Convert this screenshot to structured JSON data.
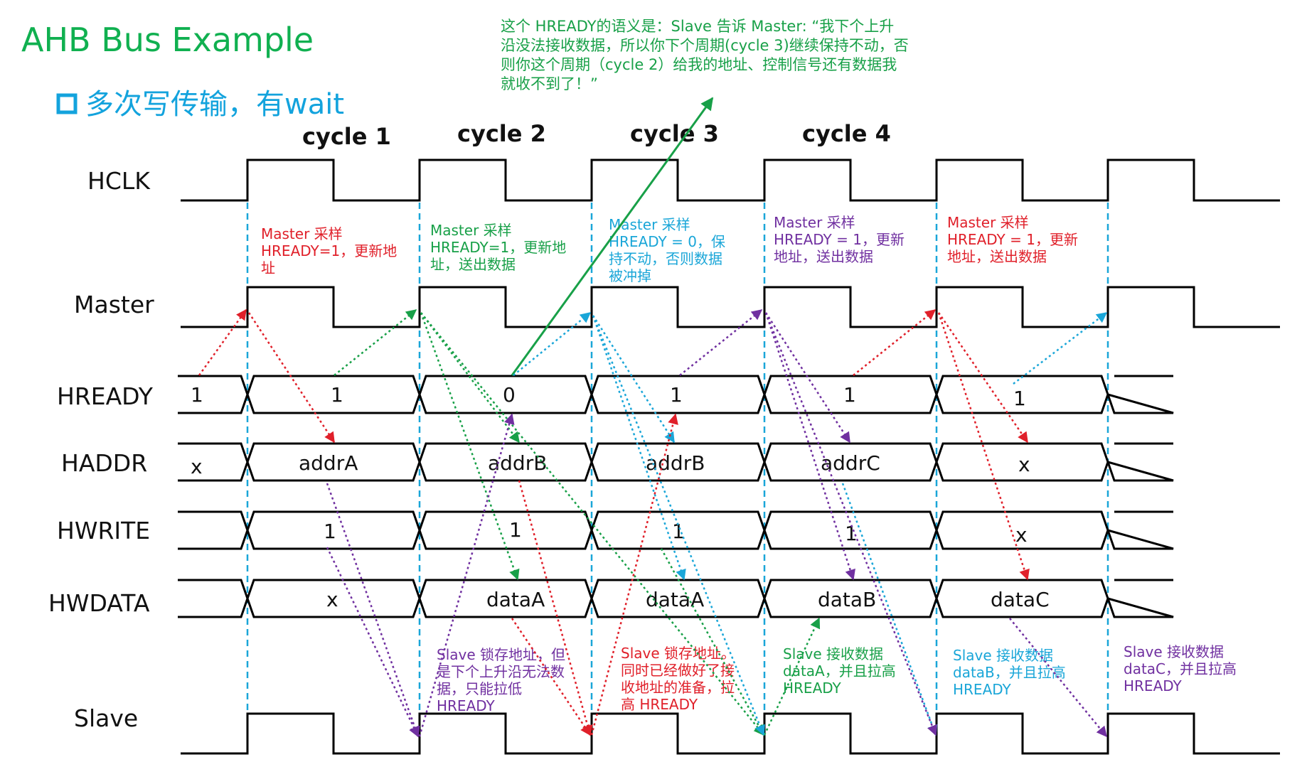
{
  "title": "AHB Bus Example",
  "subtitle": "多次写传输，有wait",
  "top_note": [
    "这个 HREADY的语义是：Slave 告诉 Master: “我下个上升",
    "沿没法接收数据，所以你下个周期(cycle 3)继续保持不动，否",
    "则你这个周期（cycle 2）给我的地址、控制信号还有数据我",
    "就收不到了！”"
  ],
  "cycles": [
    "cycle 1",
    "cycle 2",
    "cycle 3",
    "cycle 4"
  ],
  "signals": {
    "hclk": "HCLK",
    "master": "Master",
    "hready": "HREADY",
    "haddr": "HADDR",
    "hwrite": "HWRITE",
    "hwdata": "HWDATA",
    "slave": "Slave"
  },
  "hready_values": [
    "1",
    "1",
    "0",
    "1",
    "1",
    "1"
  ],
  "haddr_values": [
    "x",
    "addrA",
    "addrB",
    "addrB",
    "addrC",
    "x"
  ],
  "hwrite_values": [
    "1",
    "1",
    "1",
    "1",
    "x"
  ],
  "hwdata_values": [
    "x",
    "dataA",
    "dataA",
    "dataB",
    "dataC"
  ],
  "master_notes": [
    {
      "lines": [
        "Master 采样",
        "HREADY=1，更新地",
        "址"
      ],
      "color": "#e0202a"
    },
    {
      "lines": [
        "Master 采样",
        "HREADY=1，更新地",
        "址，送出数据"
      ],
      "color": "#18a048"
    },
    {
      "lines": [
        "Master 采样",
        "HREADY = 0，保",
        "持不动，否则数据",
        "被冲掉"
      ],
      "color": "#1aa6d8"
    },
    {
      "lines": [
        "Master 采样",
        "HREADY = 1，更新",
        "地址，送出数据"
      ],
      "color": "#7030a0"
    },
    {
      "lines": [
        "Master 采样",
        "HREADY = 1，更新",
        "地址，送出数据"
      ],
      "color": "#e0202a"
    }
  ],
  "slave_notes": [
    {
      "lines": [
        "Slave 锁存地址，但",
        "是下个上升沿无法数",
        "据，只能拉低",
        "HREADY"
      ],
      "color": "#7030a0"
    },
    {
      "lines": [
        "Slave 锁存地址。",
        "同时已经做好了接",
        "收地址的准备，拉",
        "高 HREADY"
      ],
      "color": "#e0202a"
    },
    {
      "lines": [
        "Slave 接收数据",
        "dataA，并且拉高",
        "HREADY"
      ],
      "color": "#18a048"
    },
    {
      "lines": [
        "Slave 接收数据",
        "dataB，并且拉高",
        "HREADY"
      ],
      "color": "#1aa6d8"
    },
    {
      "lines": [
        "Slave 接收数据",
        "dataC，并且拉高",
        "HREADY"
      ],
      "color": "#7030a0"
    }
  ],
  "colors": {
    "title": "#10b050",
    "subtitle": "#13a3dd",
    "dashed_line": "#1aa6d8",
    "red": "#e0202a",
    "green": "#18a048",
    "blue": "#1aa6d8",
    "purple": "#7030a0",
    "highlight": "#e0202a"
  }
}
